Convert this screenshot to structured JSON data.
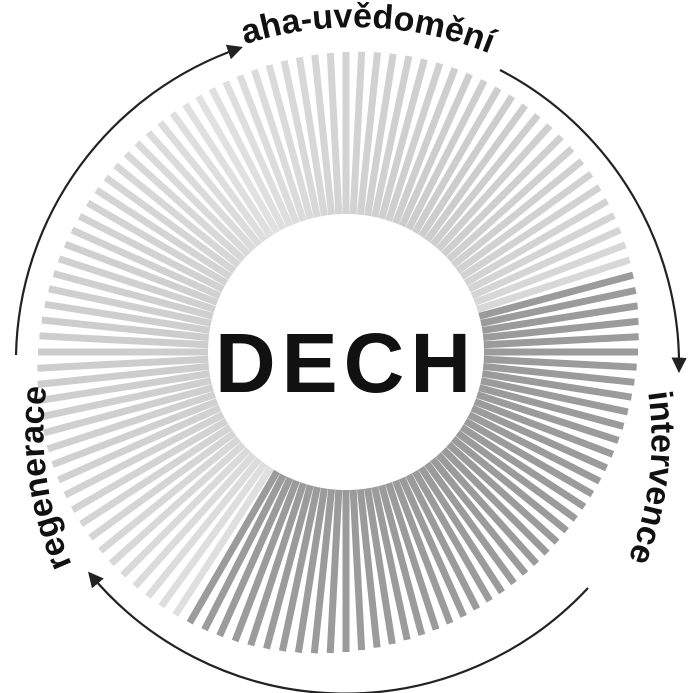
{
  "center": {
    "title": "DECH"
  },
  "cycle": {
    "stages": [
      {
        "label": "aha-uvědomění"
      },
      {
        "label": "intervence"
      },
      {
        "label": "regenerace"
      }
    ]
  },
  "colors": {
    "text": "#111111",
    "arrow": "#222222",
    "ray_light": "#c8c8c8",
    "ray_dark": "#7a7a7a",
    "background": "#ffffff"
  }
}
